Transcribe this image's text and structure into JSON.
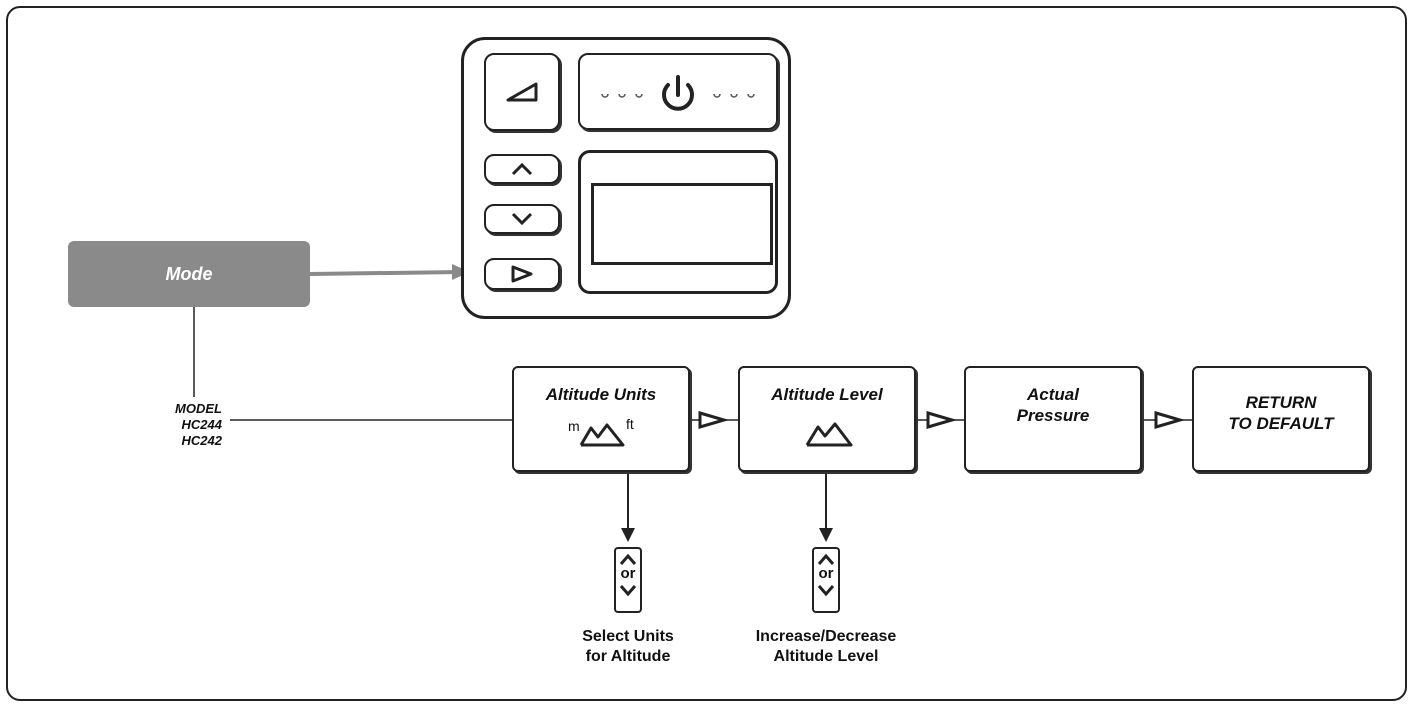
{
  "mode_label": "Mode",
  "model_lines": [
    "MODEL",
    "HC244",
    "HC242"
  ],
  "steps": [
    {
      "title": "Altitude Units",
      "icon": "mountain-units-icon",
      "unit_left": "m",
      "unit_right": "ft"
    },
    {
      "title": "Altitude Level",
      "icon": "mountain-icon"
    },
    {
      "title": "Actual\nPressure"
    },
    {
      "title": "RETURN\nTO DEFAULT"
    }
  ],
  "or_label": "or",
  "captions": [
    "Select Units\nfor Altitude",
    "Increase/Decrease\nAltitude Level"
  ],
  "device": {
    "buttons": [
      "ramp-icon",
      "up-arrow-icon",
      "down-arrow-icon",
      "right-arrow-icon"
    ],
    "power_icon": "power-icon"
  },
  "colors": {
    "mode_fill": "#8a8a8a",
    "line": "#222222"
  }
}
